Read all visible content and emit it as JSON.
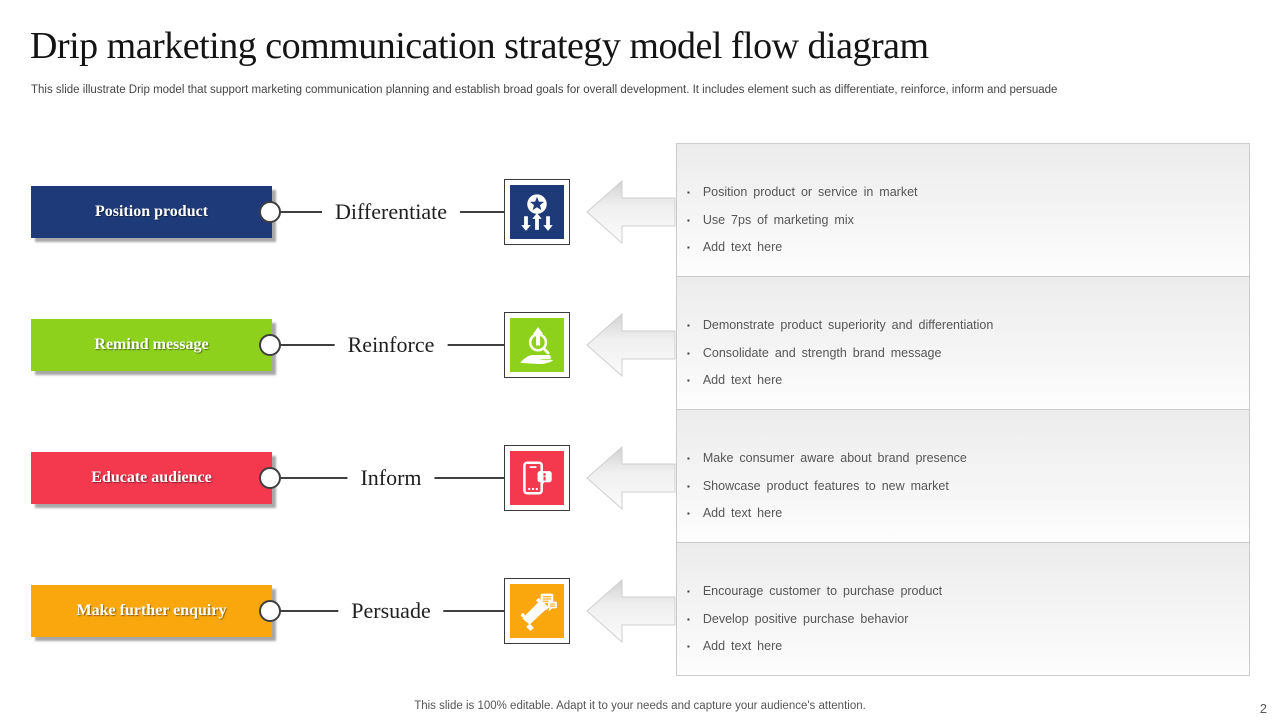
{
  "slide": {
    "title": "Drip marketing communication strategy model flow diagram",
    "subtitle": "This slide illustrate Drip model that support marketing communication planning and establish broad goals for overall development. It includes element such as differentiate, reinforce, inform and persuade",
    "footer": "This slide is 100% editable. Adapt it to your needs and capture your audience's attention.",
    "page_number": "2"
  },
  "rows": [
    {
      "banner": "Position product",
      "stage": "Differentiate",
      "color": "#1e3a78",
      "icon": "ranking-star-arrows-icon",
      "bullets": [
        "Position  product  or  service  in  market",
        "Use  7ps  of  marketing  mix",
        "Add text here"
      ]
    },
    {
      "banner": "Remind message",
      "stage": "Reinforce",
      "color": "#8dd11c",
      "icon": "hand-growth-arrow-icon",
      "bullets": [
        "Demonstrate  product  superiority  and  differentiation",
        "Consolidate  and  strength  brand  message",
        "Add text here"
      ]
    },
    {
      "banner": "Educate audience",
      "stage": "Inform",
      "color": "#f4394f",
      "icon": "phone-info-bubble-icon",
      "bullets": [
        "Make  consumer  aware  about  brand  presence",
        "Showcase  product  features  to  new  market",
        "Add text here"
      ]
    },
    {
      "banner": "Make further enquiry",
      "stage": "Persuade",
      "color": "#f9a70d",
      "icon": "megaphone-messages-icon",
      "bullets": [
        "Encourage  customer  to  purchase  product",
        "Develop  positive  purchase  behavior",
        "Add text here"
      ]
    }
  ]
}
